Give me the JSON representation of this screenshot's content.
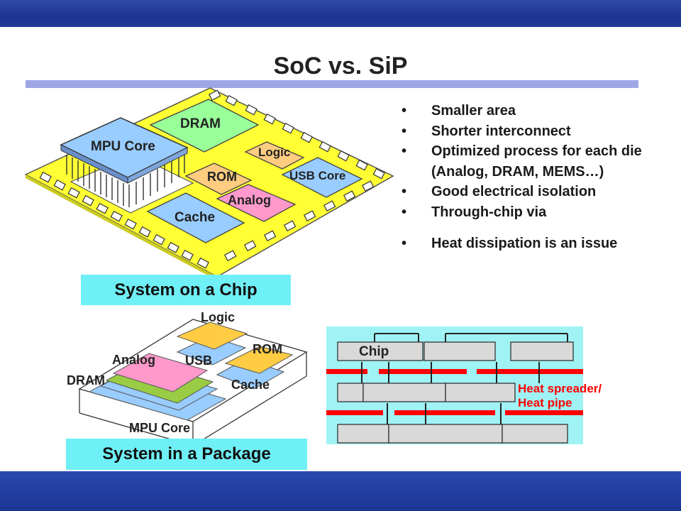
{
  "title": "SoC vs. SiP",
  "bullets": [
    {
      "text": "Smaller area"
    },
    {
      "text": "Shorter interconnect"
    },
    {
      "text": "Optimized process for each die (Analog, DRAM, MEMS…)"
    },
    {
      "text": "Good electrical isolation"
    },
    {
      "text": "Through-chip via"
    },
    {
      "text": "Heat dissipation is an issue"
    }
  ],
  "soc": {
    "caption": "System on a Chip",
    "blocks": {
      "dram": "DRAM",
      "mpu": "MPU Core",
      "logic": "Logic",
      "rom": "ROM",
      "usb": "USB Core",
      "analog": "Analog",
      "cache": "Cache"
    }
  },
  "sip": {
    "caption": "System in a Package",
    "labels": {
      "logic": "Logic",
      "rom": "ROM",
      "analog": "Analog",
      "usb": "USB",
      "dram": "DRAM",
      "cache": "Cache",
      "mpu": "MPU Core"
    }
  },
  "stack": {
    "chip_label": "Chip",
    "heat_label_line1": "Heat spreader/",
    "heat_label_line2": "Heat pipe"
  },
  "colors": {
    "band": "#1d3590",
    "title_rule": "#9fa6e4",
    "caption_bg": "#6ff0f6",
    "substrate": "#ffff33",
    "dram": "#99ff99",
    "block_blue": "#99ccff",
    "block_orange": "#ffcc80",
    "block_pink": "#ff99cc",
    "stack_bg": "#9ff3f5",
    "heat": "#ff0000"
  }
}
